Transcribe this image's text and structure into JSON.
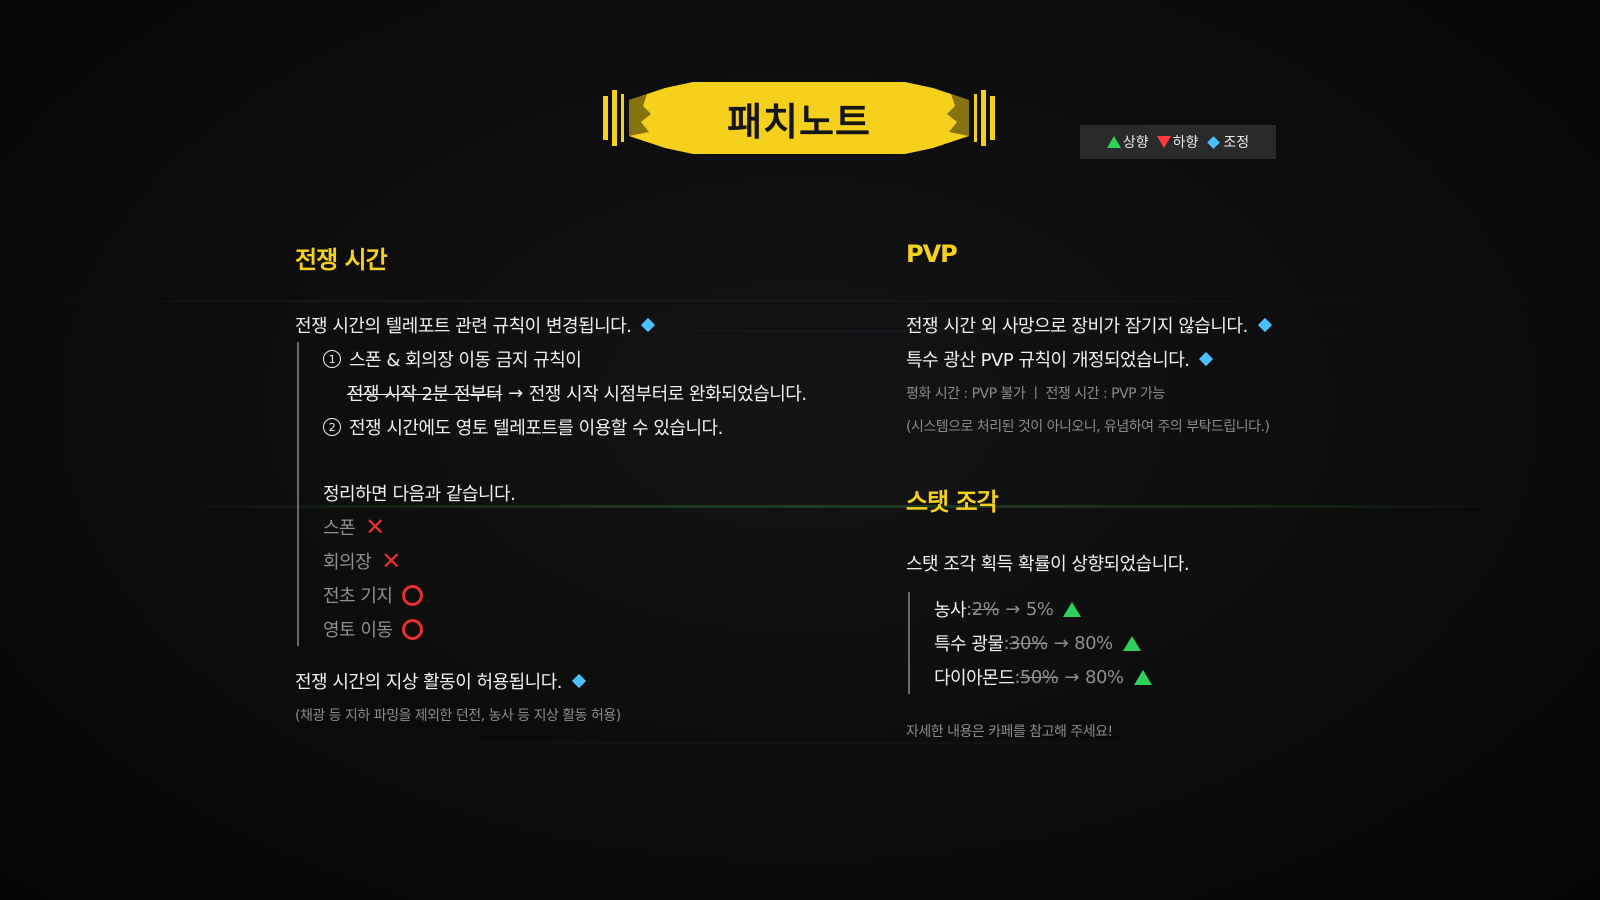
{
  "banner": {
    "title": "패치노트"
  },
  "legend": {
    "up": "상향",
    "down": "하향",
    "adjust": "조정"
  },
  "colors": {
    "accent": "#f5d11c",
    "up": "#2ed15a",
    "down": "#ff3b3b",
    "adjust": "#4ac0ff",
    "no": "#e53030"
  },
  "war_time": {
    "title": "전쟁 시간",
    "teleport_rule": "전쟁 시간의 텔레포트 관련 규칙이 변경됩니다.",
    "item1_num": "1",
    "item1_text": "스폰 & 회의장 이동 금지 규칙이",
    "item1_strike": "전쟁 시작 2분 전부터",
    "item1_arrow": "→",
    "item1_rest": "전쟁 시작 시점부터로 완화되었습니다.",
    "item2_num": "2",
    "item2_text": "전쟁 시간에도 영토 텔레포트를 이용할 수 있습니다.",
    "summary_heading": "정리하면 다음과 같습니다.",
    "summary": [
      {
        "label": "스폰",
        "mark": "✕"
      },
      {
        "label": "회의장",
        "mark": "✕"
      },
      {
        "label": "전초 기지",
        "mark": "○"
      },
      {
        "label": "영토 이동",
        "mark": "○"
      }
    ],
    "ground_rule": "전쟁 시간의 지상 활동이 허용됩니다.",
    "ground_note": "(채광 등 지하 파밍을 제외한 던전, 농사 등 지상 활동 허용)"
  },
  "pvp": {
    "title": "PVP",
    "line1": "전쟁 시간 외 사망으로 장비가 잠기지 않습니다.",
    "line2": "특수 광산 PVP 규칙이 개정되었습니다.",
    "note1": "평화 시간 : PVP 불가 ㅣ 전쟁 시간 : PVP 가능",
    "note2": "(시스템으로 처리된 것이 아니오니, 유념하여 주의 부탁드립니다.)"
  },
  "stat": {
    "title": "스탯 조각",
    "line": "스탯 조각 획득 확률이 상향되었습니다.",
    "items": [
      {
        "name": "농사",
        "old": "2%",
        "new": "5%"
      },
      {
        "name": "특수 광물",
        "old": "30%",
        "new": "80%"
      },
      {
        "name": "다이아몬드",
        "old": "50%",
        "new": "80%"
      }
    ],
    "arrow": "→",
    "sep": " : ",
    "footer": "자세한 내용은 카페를 참고해 주세요!"
  }
}
